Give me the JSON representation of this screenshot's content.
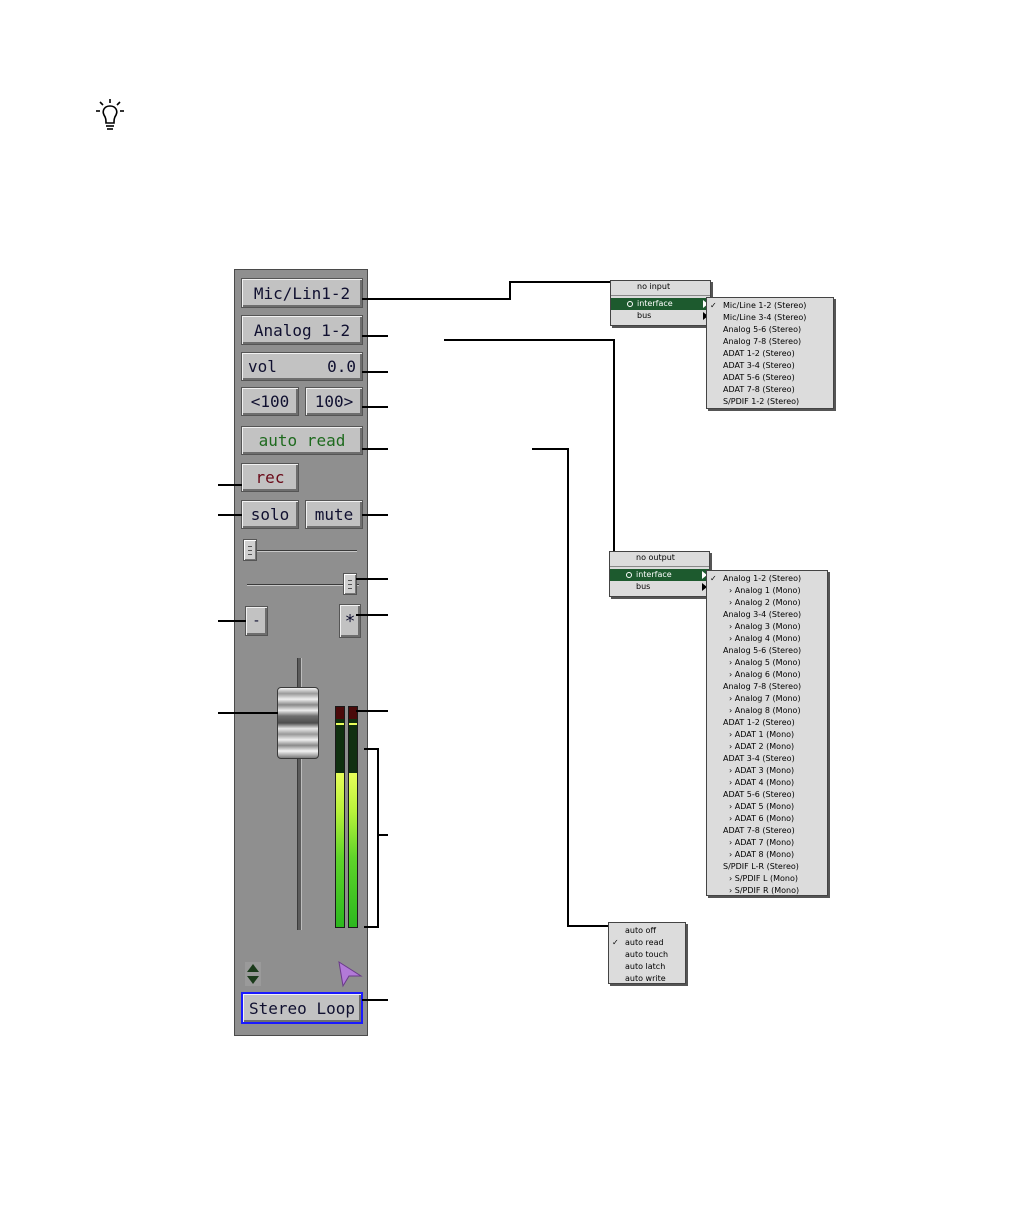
{
  "strip": {
    "input": "Mic/Lin1-2",
    "output": "Analog 1-2",
    "vol_label": "vol",
    "vol_value": "0.0",
    "pan_left": "<100",
    "pan_right": "100>",
    "automation": "auto read",
    "rec": "rec",
    "solo": "solo",
    "mute": "mute",
    "voice": "-",
    "group": "*",
    "track_name": "Stereo Loop",
    "meter_level": 0.7
  },
  "input_menu": {
    "items": [
      "no input",
      "interface",
      "bus"
    ],
    "submenu": [
      "Mic/Line 1-2 (Stereo)",
      "Mic/Line 3-4 (Stereo)",
      "Analog 5-6 (Stereo)",
      "Analog 7-8 (Stereo)",
      "ADAT 1-2 (Stereo)",
      "ADAT 3-4 (Stereo)",
      "ADAT 5-6 (Stereo)",
      "ADAT 7-8 (Stereo)",
      "S/PDIF 1-2 (Stereo)"
    ]
  },
  "output_menu": {
    "items": [
      "no output",
      "interface",
      "bus"
    ],
    "submenu": [
      "Analog 1-2 (Stereo)",
      "› Analog 1 (Mono)",
      "› Analog 2 (Mono)",
      "Analog 3-4 (Stereo)",
      "› Analog 3 (Mono)",
      "› Analog 4 (Mono)",
      "Analog 5-6 (Stereo)",
      "› Analog 5 (Mono)",
      "› Analog 6 (Mono)",
      "Analog 7-8 (Stereo)",
      "› Analog 7 (Mono)",
      "› Analog 8 (Mono)",
      "ADAT 1-2 (Stereo)",
      "› ADAT 1 (Mono)",
      "› ADAT 2 (Mono)",
      "ADAT 3-4 (Stereo)",
      "› ADAT 3 (Mono)",
      "› ADAT 4 (Mono)",
      "ADAT 5-6 (Stereo)",
      "› ADAT 5 (Mono)",
      "› ADAT 6 (Mono)",
      "ADAT 7-8 (Stereo)",
      "› ADAT 7 (Mono)",
      "› ADAT 8 (Mono)",
      "S/PDIF L-R (Stereo)",
      "› S/PDIF L (Mono)",
      "› S/PDIF R (Mono)"
    ]
  },
  "auto_menu": {
    "items": [
      "auto off",
      "auto read",
      "auto touch",
      "auto latch",
      "auto write"
    ]
  },
  "check_mark": "✓",
  "colors": {
    "menu_highlight": "#1d5a2e",
    "name_border": "#1a1aff"
  },
  "icons": [
    "lightbulb-icon",
    "updown-arrows-icon",
    "playback-arrow-icon"
  ]
}
